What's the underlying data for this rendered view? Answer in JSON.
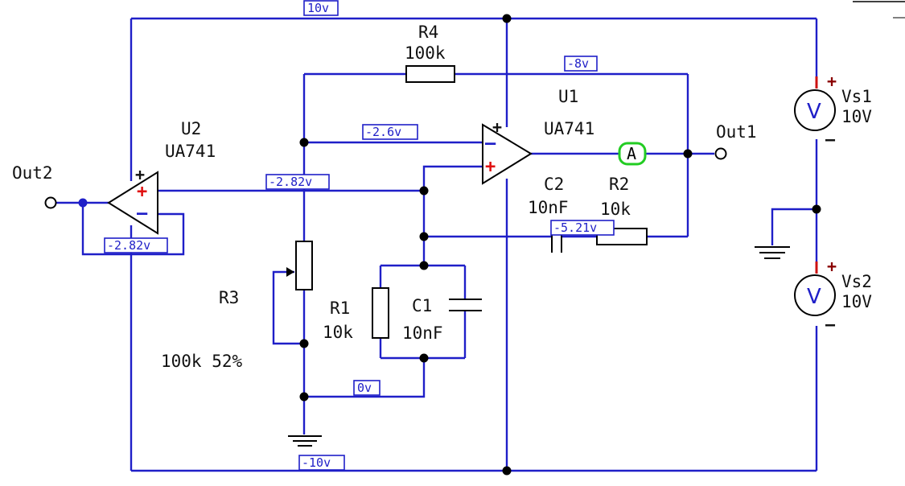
{
  "components": {
    "u1": {
      "ref": "U1",
      "model": "UA741"
    },
    "u2": {
      "ref": "U2",
      "model": "UA741"
    },
    "r1": {
      "ref": "R1",
      "value": "10k"
    },
    "r2": {
      "ref": "R2",
      "value": "10k"
    },
    "r3": {
      "ref": "R3",
      "value": "100k 52%"
    },
    "r4": {
      "ref": "R4",
      "value": "100k"
    },
    "c1": {
      "ref": "C1",
      "value": "10nF"
    },
    "c2": {
      "ref": "C2",
      "value": "10nF"
    },
    "vs1": {
      "ref": "Vs1",
      "value": "10V",
      "symbol": "V"
    },
    "vs2": {
      "ref": "Vs2",
      "value": "10V",
      "symbol": "V"
    },
    "ammeter": {
      "symbol": "A",
      "ring_color": "#22cc22"
    }
  },
  "terminals": {
    "out1": "Out1",
    "out2": "Out2"
  },
  "voltage_probes": {
    "top_rail": "10v",
    "bottom_rail": "-10v",
    "u1_output_loop": "-8v",
    "u1_inverting": "-2.6v",
    "u1_noninverting": "-2.82v",
    "u2_output": "-2.82v",
    "c2_node": "-5.21v",
    "ground_node": "0v"
  },
  "polarity": {
    "plus": "+",
    "minus": "–"
  },
  "colors": {
    "wire": "#1f1fc8",
    "plus_marker": "#e01010",
    "probe_text": "#1f1fc8",
    "background": "#ffffff"
  }
}
